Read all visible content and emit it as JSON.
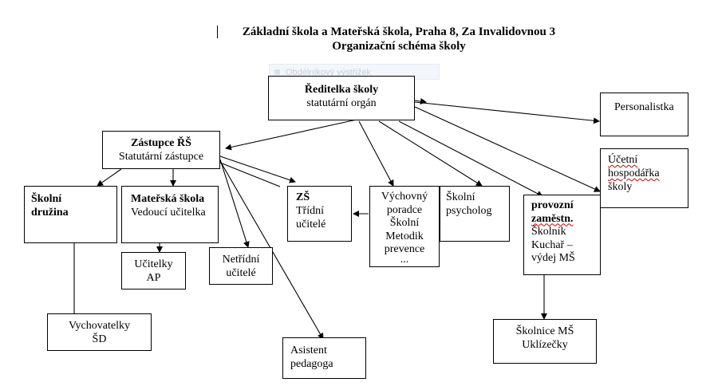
{
  "header": {
    "school_name": "Základní škola a Mateřská škola, Praha 8, Za Invalidovnou 3",
    "schema_title": "Organizační schéma školy"
  },
  "tooltip": {
    "text": "Obdélníkový výstřižek"
  },
  "boxes": {
    "director": {
      "title": "Ředitelka školy",
      "subtitle": "statutární orgán"
    },
    "hr": {
      "line1": "Personalistka"
    },
    "accountant": {
      "line1": "Účetní",
      "line2": "hospodářka",
      "line3": "školy"
    },
    "deputy": {
      "title": "Zástupce ŘŠ",
      "subtitle": "Statutární zástupce"
    },
    "club": {
      "line1": "Školní",
      "line2": "družina"
    },
    "kindergarten": {
      "title": "Mateřská škola",
      "subtitle": "Vedoucí učitelka"
    },
    "zs": {
      "title": "ZŠ",
      "line1": "Třídní",
      "line2": "učitelé"
    },
    "counselor": {
      "line1": "Výchovný",
      "line2": "poradce",
      "line3": "Školní",
      "line4": "Metodik",
      "line5": "prevence",
      "line6": "..."
    },
    "psychologist": {
      "line1": "Školní",
      "line2": "psycholog"
    },
    "operations": {
      "line1": "provozní",
      "line2": "zaměstn.",
      "line3": "Školník",
      "line4": "Kuchař –",
      "line5": "výdej MŠ"
    },
    "teachers_ap": {
      "line1": "Učitelky",
      "line2": "AP"
    },
    "non_class_teachers": {
      "line1": "Netřídní",
      "line2": "učitelé"
    },
    "club_educators": {
      "line1": "Vychovatelky",
      "line2": "ŠD"
    },
    "assistant": {
      "line1": "Asistent",
      "line2": "pedagoga"
    },
    "caretakers": {
      "line1": "Školnice MŠ",
      "line2": "Uklízečky"
    }
  }
}
